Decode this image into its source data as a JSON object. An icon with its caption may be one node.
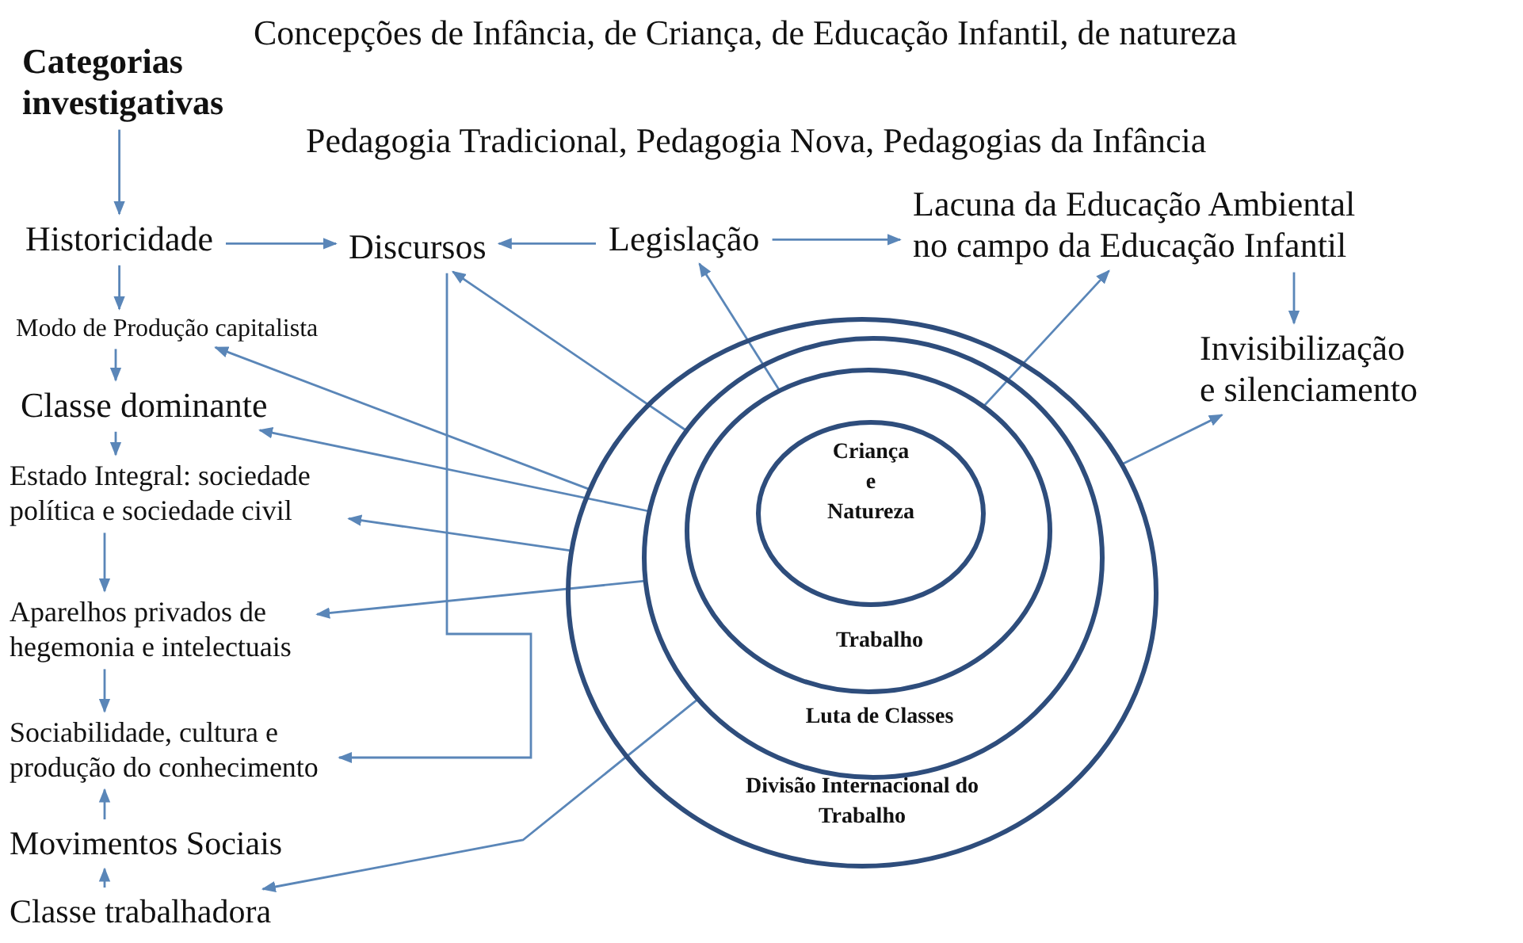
{
  "diagram": {
    "nodes": [
      {
        "text": [
          "Categorias investigativas"
        ]
      },
      {
        "text": [
          "Historicidade"
        ]
      },
      {
        "text": [
          "Discursos"
        ]
      },
      {
        "text": [
          "Legislação"
        ]
      },
      {
        "text": [
          "Lacuna da Educação Ambiental no campo da Educação Infantil"
        ]
      },
      {
        "text": [
          "Invisibilização e silenciamento"
        ]
      },
      {
        "text": [
          "Modo de Produção capitalista"
        ]
      },
      {
        "text": [
          "Classe dominante"
        ]
      },
      {
        "text": [
          "Estado Integral: sociedade política e sociedade civil"
        ]
      },
      {
        "text": [
          "Aparelhos privados de hegemonia e intelectuais"
        ]
      },
      {
        "text": [
          "Sociabilidade, cultura e produção do conhecimento"
        ]
      },
      {
        "text": [
          "Movimentos Sociais"
        ]
      },
      {
        "text": [
          "Classe trabalhadora"
        ]
      },
      {
        "text": [
          "Divisão Internacional do Trabalho"
        ]
      },
      {
        "text": [
          "Luta de Classes"
        ],
        "in": 13
      },
      {
        "text": [
          "Trabalho"
        ],
        "in": 14
      },
      {
        "text": [
          "Criança e Natureza"
        ],
        "in": 15
      }
    ],
    "edges": [
      {
        "from": 0,
        "to": 1,
        "arrow": "to"
      },
      {
        "from": 1,
        "to": 2,
        "arrow": "to"
      },
      {
        "from": 3,
        "to": 2,
        "arrow": "to"
      },
      {
        "from": 3,
        "to": 4,
        "arrow": "to"
      },
      {
        "from": 4,
        "to": 5,
        "arrow": "to"
      },
      {
        "from": 1,
        "to": 6,
        "arrow": "to"
      },
      {
        "from": 6,
        "to": 7,
        "arrow": "to"
      },
      {
        "from": 7,
        "to": 8,
        "arrow": "to"
      },
      {
        "from": 8,
        "to": 9,
        "arrow": "to"
      },
      {
        "from": 9,
        "to": 10,
        "arrow": "to"
      },
      {
        "from": 11,
        "to": 10,
        "arrow": "to"
      },
      {
        "from": 12,
        "to": 11,
        "arrow": "to"
      },
      {
        "from": 2,
        "to": 10,
        "arrow": "to"
      },
      {
        "from": 14,
        "to": 2,
        "arrow": "to"
      },
      {
        "from": 15,
        "to": 3,
        "arrow": "to"
      },
      {
        "from": 15,
        "to": 4,
        "arrow": "to"
      },
      {
        "from": 13,
        "to": 5,
        "arrow": "to"
      },
      {
        "from": 13,
        "to": 6,
        "arrow": "to"
      },
      {
        "from": 14,
        "to": 7,
        "arrow": "to"
      },
      {
        "from": 13,
        "to": 8,
        "arrow": "to"
      },
      {
        "from": 14,
        "to": 9,
        "arrow": "to"
      },
      {
        "from": 14,
        "to": 12,
        "arrow": "to"
      }
    ],
    "labels": [
      "Concepções de Infância, de Criança, de Educação Infantil, de natureza",
      "Pedagogia Tradicional, Pedagogia Nova, Pedagogias da Infância"
    ]
  }
}
